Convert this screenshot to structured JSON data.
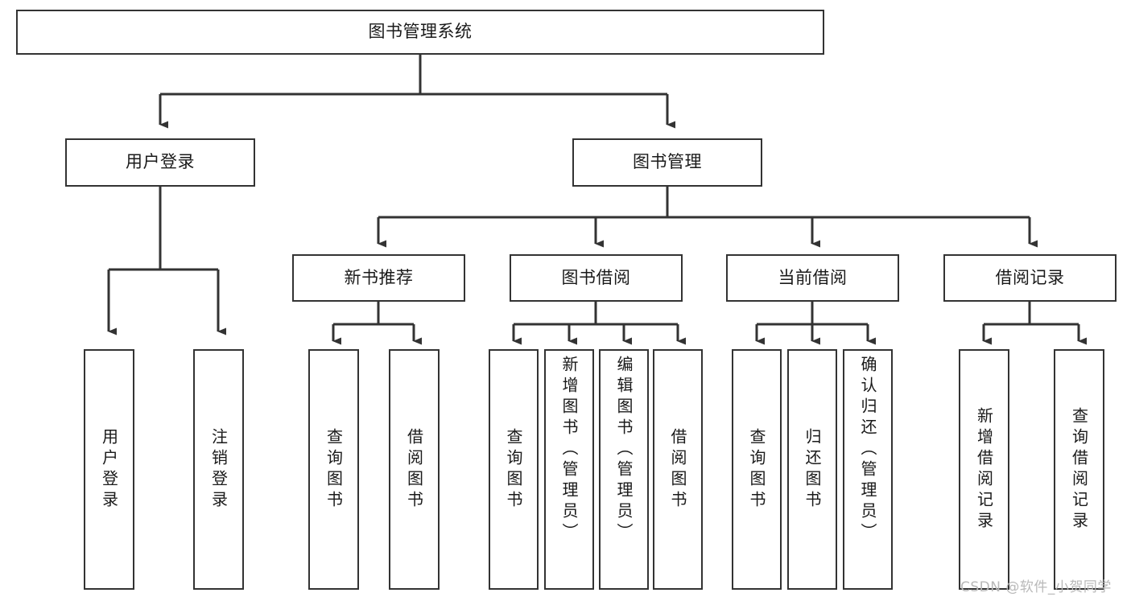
{
  "diagram": {
    "type": "tree",
    "title": "图书管理系统",
    "root": {
      "id": "root",
      "label": "图书管理系统"
    },
    "level2": [
      {
        "id": "user-login",
        "label": "用户登录"
      },
      {
        "id": "book-manage",
        "label": "图书管理"
      }
    ],
    "level3": [
      {
        "id": "new-book-rec",
        "label": "新书推荐",
        "parent": "book-manage"
      },
      {
        "id": "book-borrow",
        "label": "图书借阅",
        "parent": "book-manage"
      },
      {
        "id": "current-borrow",
        "label": "当前借阅",
        "parent": "book-manage"
      },
      {
        "id": "borrow-record",
        "label": "借阅记录",
        "parent": "book-manage"
      }
    ],
    "leaves": [
      {
        "id": "leaf-user-login",
        "label": "用户登录",
        "parent": "user-login"
      },
      {
        "id": "leaf-logout",
        "label": "注销登录",
        "parent": "user-login"
      },
      {
        "id": "leaf-query-book-1",
        "label": "查询图书",
        "parent": "new-book-rec"
      },
      {
        "id": "leaf-borrow-book-1",
        "label": "借阅图书",
        "parent": "new-book-rec"
      },
      {
        "id": "leaf-query-book-2",
        "label": "查询图书",
        "parent": "book-borrow"
      },
      {
        "id": "leaf-add-book",
        "label": "新增图书（管理员）",
        "parent": "book-borrow"
      },
      {
        "id": "leaf-edit-book",
        "label": "编辑图书（管理员）",
        "parent": "book-borrow"
      },
      {
        "id": "leaf-borrow-book-2",
        "label": "借阅图书",
        "parent": "book-borrow"
      },
      {
        "id": "leaf-query-book-3",
        "label": "查询图书",
        "parent": "current-borrow"
      },
      {
        "id": "leaf-return-book",
        "label": "归还图书",
        "parent": "current-borrow"
      },
      {
        "id": "leaf-confirm-return",
        "label": "确认归还（管理员）",
        "parent": "current-borrow"
      },
      {
        "id": "leaf-add-record",
        "label": "新增借阅记录",
        "parent": "borrow-record"
      },
      {
        "id": "leaf-query-record",
        "label": "查询借阅记录",
        "parent": "borrow-record"
      }
    ],
    "colors": {
      "stroke": "#333333",
      "fill": "#ffffff",
      "text": "#1a1a1a",
      "watermark": "#b9b9b9"
    }
  },
  "watermark": {
    "text": "CSDN @软件_小贺同学"
  }
}
